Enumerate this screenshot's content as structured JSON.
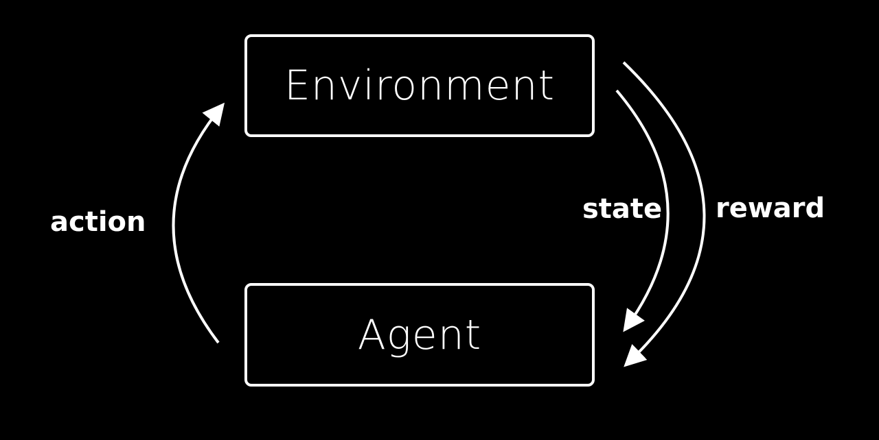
{
  "diagram": {
    "nodes": {
      "environment": "Environment",
      "agent": "Agent"
    },
    "edges": {
      "action": "action",
      "state": "state",
      "reward": "reward"
    },
    "colors": {
      "background": "#000000",
      "foreground": "#ffffff"
    }
  }
}
